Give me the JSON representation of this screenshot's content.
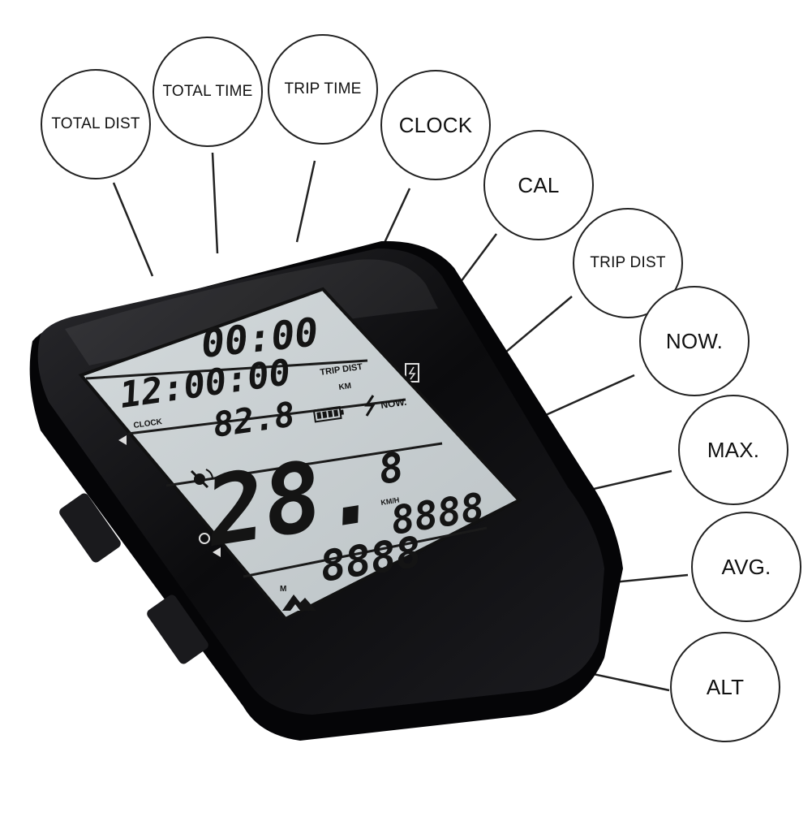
{
  "callouts": [
    {
      "id": "total-dist",
      "label": "TOTAL DIST"
    },
    {
      "id": "total-time",
      "label": "TOTAL TIME"
    },
    {
      "id": "trip-time",
      "label": "TRIP TIME"
    },
    {
      "id": "clock",
      "label": "CLOCK"
    },
    {
      "id": "cal",
      "label": "CAL"
    },
    {
      "id": "trip-dist",
      "label": "TRIP DIST"
    },
    {
      "id": "now",
      "label": "NOW."
    },
    {
      "id": "max",
      "label": "MAX."
    },
    {
      "id": "avg",
      "label": "AVG."
    },
    {
      "id": "alt",
      "label": "ALT"
    }
  ],
  "lcd": {
    "top_time": "00:00",
    "clock_value": "12:00:00",
    "clock_label": "CLOCK",
    "trip_dist_label": "TRIP DIST",
    "distance_value": "82.8",
    "km_label": "KM",
    "now_label": "NOW.",
    "speed_main": "28.",
    "speed_decimal": "8",
    "speed_unit": "KM/H",
    "bottom_value": "8888",
    "alt_unit": "M"
  },
  "icons": {
    "battery": "battery-icon",
    "bolt": "lightning-icon",
    "satellite": "gps-satellite-icon",
    "mountain": "mountain-icon",
    "power": "power-icon",
    "charge": "charge-icon"
  },
  "colors": {
    "lcd_background": "#c9d0d3",
    "device_body": "#0c0c0e",
    "segment": "#141414"
  }
}
